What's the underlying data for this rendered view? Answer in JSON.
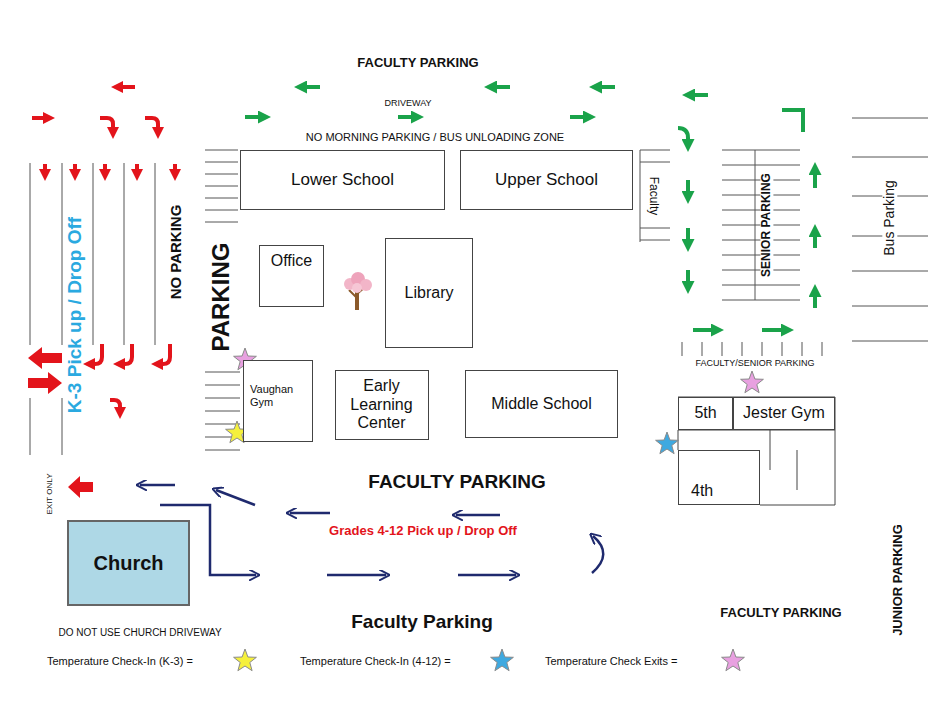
{
  "diagram": {
    "nodes": [
      {
        "text": [
          "Lower School"
        ]
      },
      {
        "text": [
          "Upper School"
        ]
      },
      {
        "text": [
          "Office"
        ]
      },
      {
        "text": [
          "Library"
        ]
      },
      {
        "text": [
          "Vaughan Gym"
        ]
      },
      {
        "text": [
          "Early Learning Center"
        ]
      },
      {
        "text": [
          "Middle School"
        ]
      },
      {
        "text": [
          "5th"
        ]
      },
      {
        "text": [
          "Jester Gym"
        ]
      },
      {
        "text": [
          "4th"
        ]
      },
      {
        "text": [
          "Church"
        ]
      }
    ],
    "edges": [],
    "labels": [
      "FACULTY PARKING",
      "DRIVEWAY",
      "NO MORNING PARKING / BUS UNLOADING ZONE",
      "Faculty",
      "SENIOR PARKING",
      "Bus Parking",
      "K-3 Pick up / Drop Off",
      "NO PARKING",
      "PARKING",
      "FACULTY/SENIOR PARKING",
      "EXIT ONLY",
      "FACULTY PARKING",
      "Grades 4-12 Pick up / Drop Off",
      "Faculty Parking",
      "FACULTY PARKING",
      "JUNIOR PARKING",
      "DO NOT USE CHURCH DRIVEWAY"
    ],
    "legend": [
      {
        "text": "Temperature Check-In (K-3) ="
      },
      {
        "text": "Temperature Check-In (4-12) ="
      },
      {
        "text": "Temperature Check Exits ="
      }
    ]
  }
}
